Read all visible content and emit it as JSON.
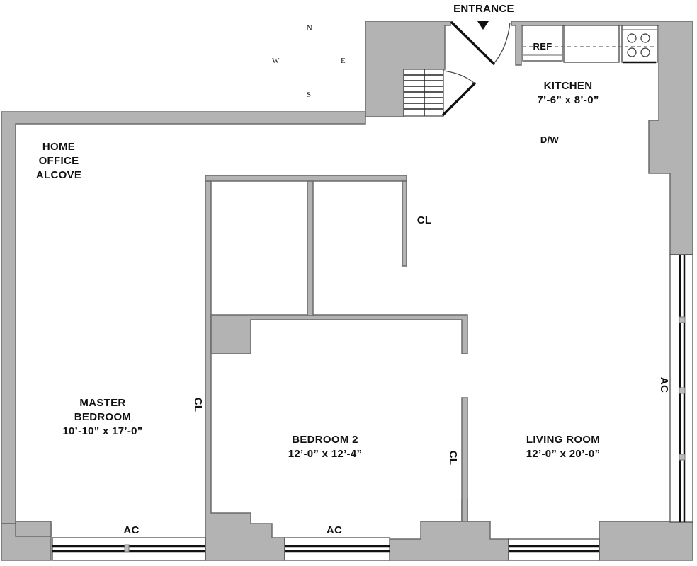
{
  "plan": {
    "entrance_label": "ENTRANCE",
    "entrance_marker": "down-triangle-icon",
    "compass": {
      "n": "N",
      "s": "S",
      "e": "E",
      "w": "W"
    },
    "colors": {
      "wall": "#b3b3b3",
      "wall_edge": "#6b6b6b",
      "door": "#111111",
      "tile": "#c8c8c8",
      "background": "#ffffff"
    }
  },
  "rooms": {
    "kitchen": {
      "name": "KITCHEN",
      "size": "7’-6” x 8’-0”"
    },
    "home_office": {
      "line1": "HOME",
      "line2": "OFFICE",
      "line3": "ALCOVE"
    },
    "master_bedroom": {
      "line1": "MASTER",
      "line2": "BEDROOM",
      "size": "10’-10” x 17’-0”"
    },
    "bedroom2": {
      "name": "BEDROOM 2",
      "size": "12’-0” x 12’-4”"
    },
    "living_room": {
      "name": "LIVING ROOM",
      "size": "12’-0” x 20’-0”"
    }
  },
  "fixtures": {
    "ref": "REF",
    "dw": "D/W",
    "closet_hall": "CL",
    "closet_master": "CL",
    "closet_bedroom2": "CL",
    "ac_master": "AC",
    "ac_bedroom2": "AC",
    "ac_living": "AC"
  }
}
